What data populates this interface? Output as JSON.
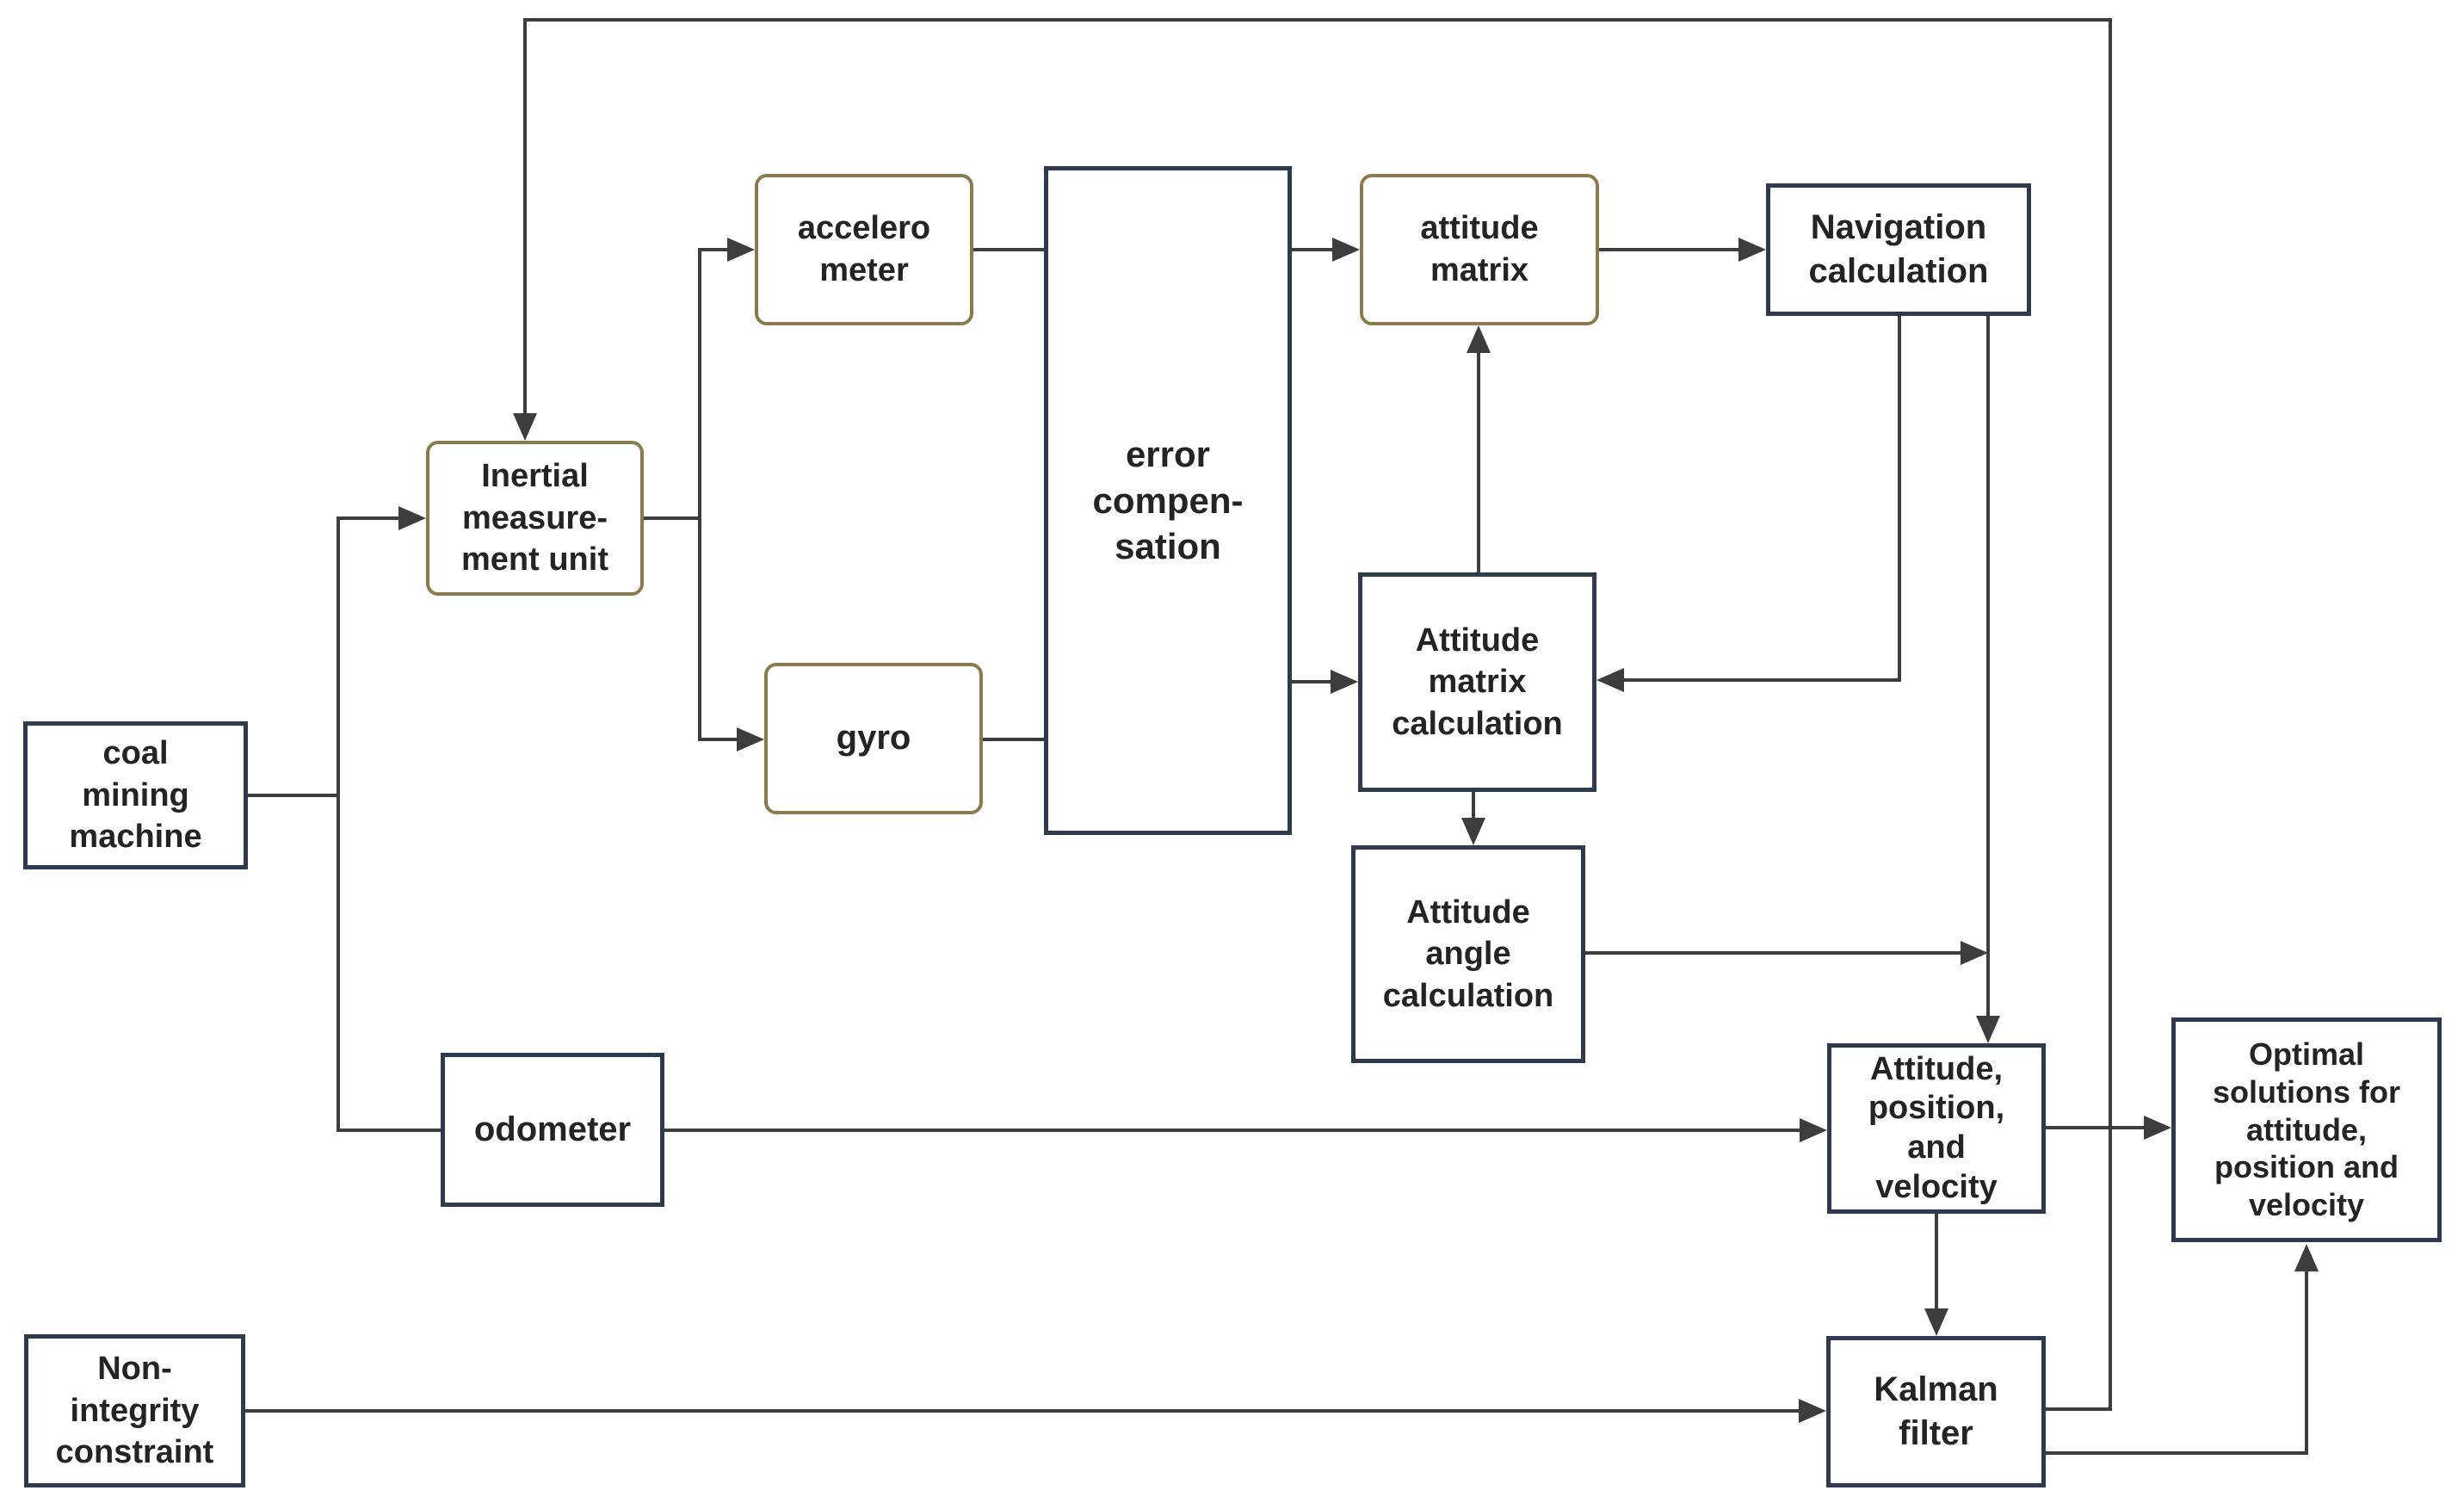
{
  "diagram": {
    "background": "#ffffff",
    "colors": {
      "sharp_box_border": "#2f3b4d",
      "rounded_box_border": "#8a7b4f",
      "connector_line": "#3d3d3d",
      "label_text": "#242424"
    },
    "nodes": {
      "coal_mining_machine": {
        "label": "coal\nmining\nmachine"
      },
      "inertial_measurement_unit": {
        "label": "Inertial\nmeasure-\nment unit"
      },
      "accelerometer": {
        "label": "accelero\nmeter"
      },
      "gyro": {
        "label": "gyro"
      },
      "error_compensation": {
        "label": "error\ncompen-\nsation"
      },
      "attitude_matrix": {
        "label": "attitude\nmatrix"
      },
      "navigation_calculation": {
        "label": "Navigation\ncalculation"
      },
      "attitude_matrix_calculation": {
        "label": "Attitude\nmatrix\ncalculation"
      },
      "attitude_angle_calculation": {
        "label": "Attitude\nangle\ncalculation"
      },
      "odometer": {
        "label": "odometer"
      },
      "attitude_position_velocity": {
        "label": "Attitude,\nposition,\nand\nvelocity"
      },
      "optimal_solutions": {
        "label": "Optimal\nsolutions for\nattitude,\nposition and\nvelocity"
      },
      "non_integrity_constraint": {
        "label": "Non-\nintegrity\nconstraint"
      },
      "kalman_filter": {
        "label": "Kalman\nfilter"
      }
    }
  }
}
